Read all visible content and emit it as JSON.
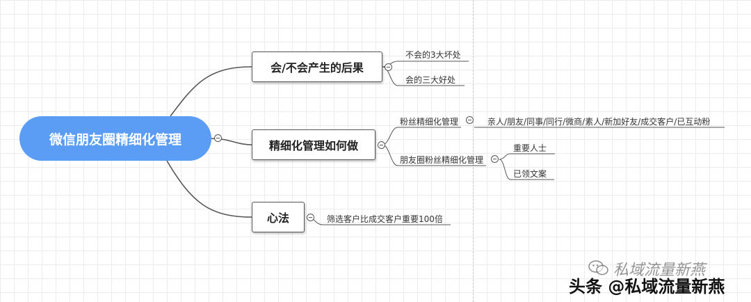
{
  "root": {
    "label": "微信朋友圈精细化管理"
  },
  "branches": [
    {
      "label": "会/不会产生的后果",
      "children": [
        {
          "label": "不会的3大坏处"
        },
        {
          "label": "会的三大好处"
        }
      ]
    },
    {
      "label": "精细化管理如何做",
      "children": [
        {
          "label": "粉丝精细化管理",
          "children": [
            {
              "label": "亲人/朋友/同事/同行/微商/素人/新加好友/成交客户/已互动粉"
            }
          ]
        },
        {
          "label": "朋友圈粉丝精细化管理",
          "children": [
            {
              "label": "重要人士"
            },
            {
              "label": "已领文案"
            }
          ]
        }
      ]
    },
    {
      "label": "心法",
      "children": [
        {
          "label": "筛选客户比成交客户重要100倍"
        }
      ]
    }
  ],
  "watermark": {
    "small": "私域流量新燕",
    "big": "头条 @私域流量新燕"
  },
  "icons": [
    "collapse-icon",
    "wechat-icon"
  ]
}
